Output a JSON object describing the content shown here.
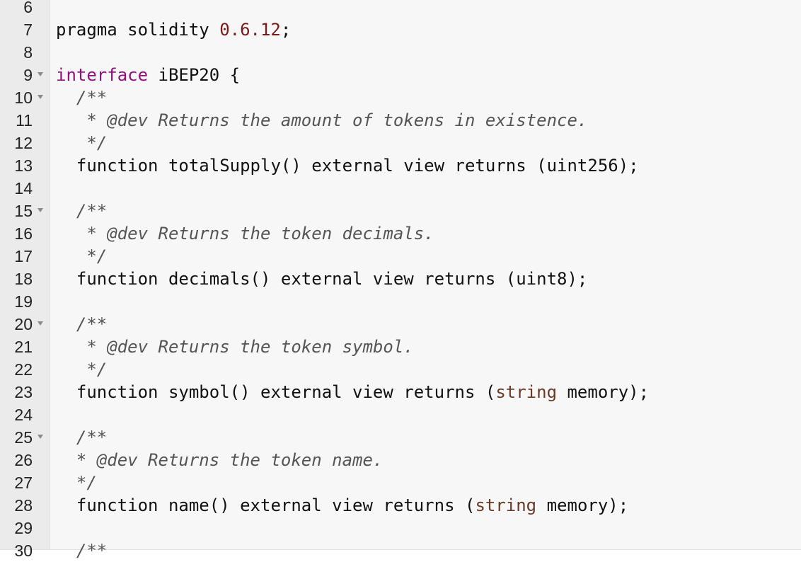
{
  "editor": {
    "lines": [
      {
        "num": "6",
        "text": ""
      },
      {
        "num": "7",
        "text": "pragma solidity 0.6.12;"
      },
      {
        "num": "8",
        "text": ""
      },
      {
        "num": "9",
        "text": "interface iBEP20 {"
      },
      {
        "num": "10",
        "text": "  /**"
      },
      {
        "num": "11",
        "text": "   * @dev Returns the amount of tokens in existence."
      },
      {
        "num": "12",
        "text": "   */"
      },
      {
        "num": "13",
        "text": "  function totalSupply() external view returns (uint256);"
      },
      {
        "num": "14",
        "text": ""
      },
      {
        "num": "15",
        "text": "  /**"
      },
      {
        "num": "16",
        "text": "   * @dev Returns the token decimals."
      },
      {
        "num": "17",
        "text": "   */"
      },
      {
        "num": "18",
        "text": "  function decimals() external view returns (uint8);"
      },
      {
        "num": "19",
        "text": ""
      },
      {
        "num": "20",
        "text": "  /**"
      },
      {
        "num": "21",
        "text": "   * @dev Returns the token symbol."
      },
      {
        "num": "22",
        "text": "   */"
      },
      {
        "num": "23",
        "text": "  function symbol() external view returns (string memory);"
      },
      {
        "num": "24",
        "text": ""
      },
      {
        "num": "25",
        "text": "  /**"
      },
      {
        "num": "26",
        "text": "  * @dev Returns the token name."
      },
      {
        "num": "27",
        "text": "  */"
      },
      {
        "num": "28",
        "text": "  function name() external view returns (string memory);"
      },
      {
        "num": "29",
        "text": ""
      },
      {
        "num": "30",
        "text": "  /**"
      }
    ],
    "fold_lines": [
      "9",
      "10",
      "15",
      "20",
      "25"
    ],
    "colors": {
      "keyword": "#930f80",
      "number": "#7a1a1a",
      "type": "#6b3a26",
      "comment": "#555555",
      "text": "#111111"
    }
  }
}
